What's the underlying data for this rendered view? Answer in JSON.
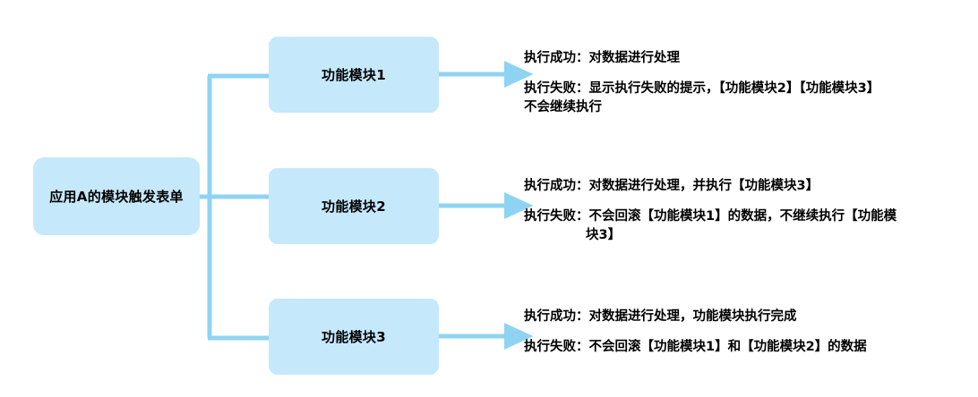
{
  "diagram": {
    "title_text": "应用A的模块触发表单",
    "colors": {
      "node_fill": "#c5e8fa",
      "connector": "#8ed4f2",
      "text": "#000000",
      "background": "#ffffff"
    },
    "root": {
      "label": "应用A的模块触发表单"
    },
    "modules": [
      {
        "id": "module-1",
        "label": "功能模块1",
        "outcomes": [
          {
            "kind": "success",
            "lines": [
              "执行成功：对数据进行处理"
            ]
          },
          {
            "kind": "failure",
            "lines": [
              "执行失败：显示执行失败的提示，【功能模块2】【功能模块3】",
              "不会继续执行"
            ]
          }
        ]
      },
      {
        "id": "module-2",
        "label": "功能模块2",
        "outcomes": [
          {
            "kind": "success",
            "lines": [
              "执行成功：对数据进行处理，并执行【功能模块3】"
            ]
          },
          {
            "kind": "failure",
            "lines": [
              "执行失败：不会回滚【功能模块1】的数据，不继续执行【功能模",
              "块3】"
            ]
          }
        ]
      },
      {
        "id": "module-3",
        "label": "功能模块3",
        "outcomes": [
          {
            "kind": "success",
            "lines": [
              "执行成功：对数据进行处理，功能模块执行完成"
            ]
          },
          {
            "kind": "failure",
            "lines": [
              "执行失败：不会回滚【功能模块1】和【功能模块2】的数据"
            ]
          }
        ]
      }
    ]
  }
}
